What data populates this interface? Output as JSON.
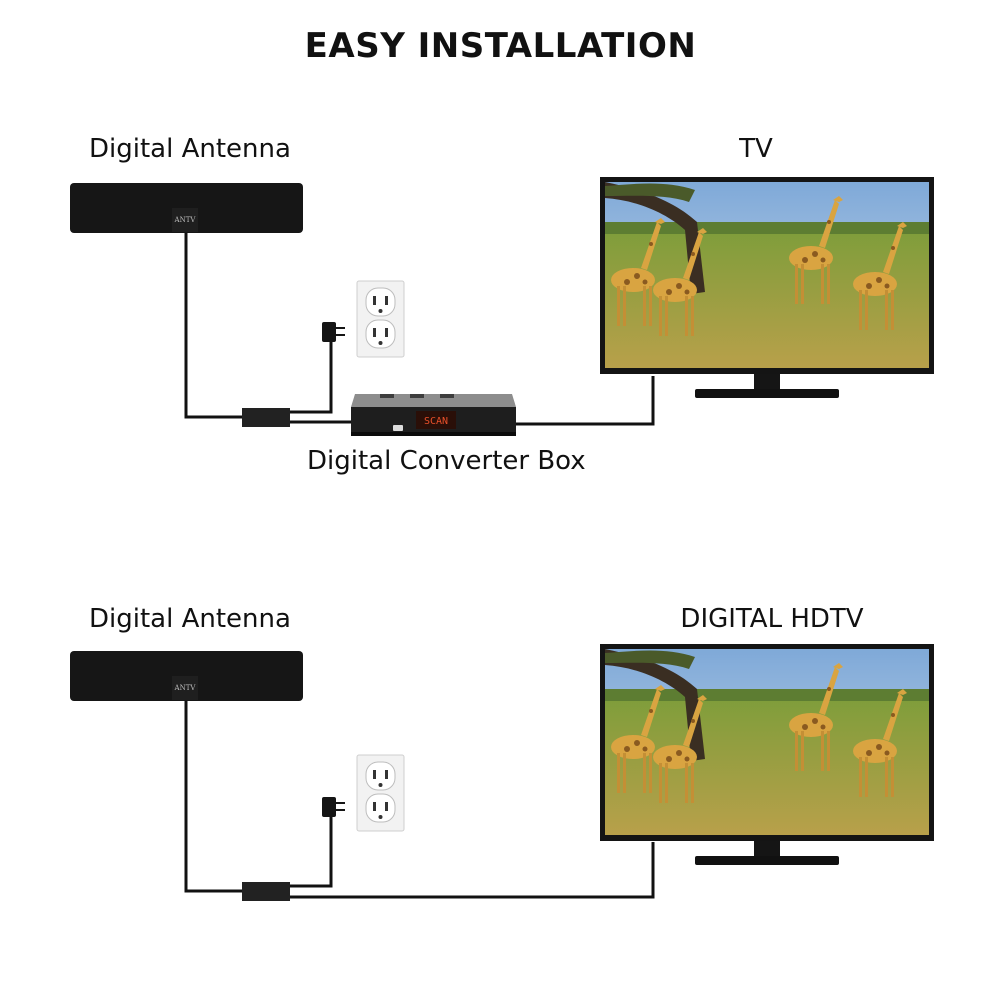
{
  "title": "EASY INSTALLATION",
  "setup1": {
    "antenna_label": "Digital Antenna",
    "antenna_brand": "ANTV",
    "tv_label": "TV",
    "converter_label": "Digital Converter Box",
    "converter_display": "SCAN"
  },
  "setup2": {
    "antenna_label": "Digital Antenna",
    "antenna_brand": "ANTV",
    "tv_label": "DIGITAL HDTV"
  },
  "colors": {
    "cable": "#111111",
    "device": "#1a1a1a",
    "outlet_plate": "#f2f2f2",
    "display_digits": "#e8502a"
  }
}
